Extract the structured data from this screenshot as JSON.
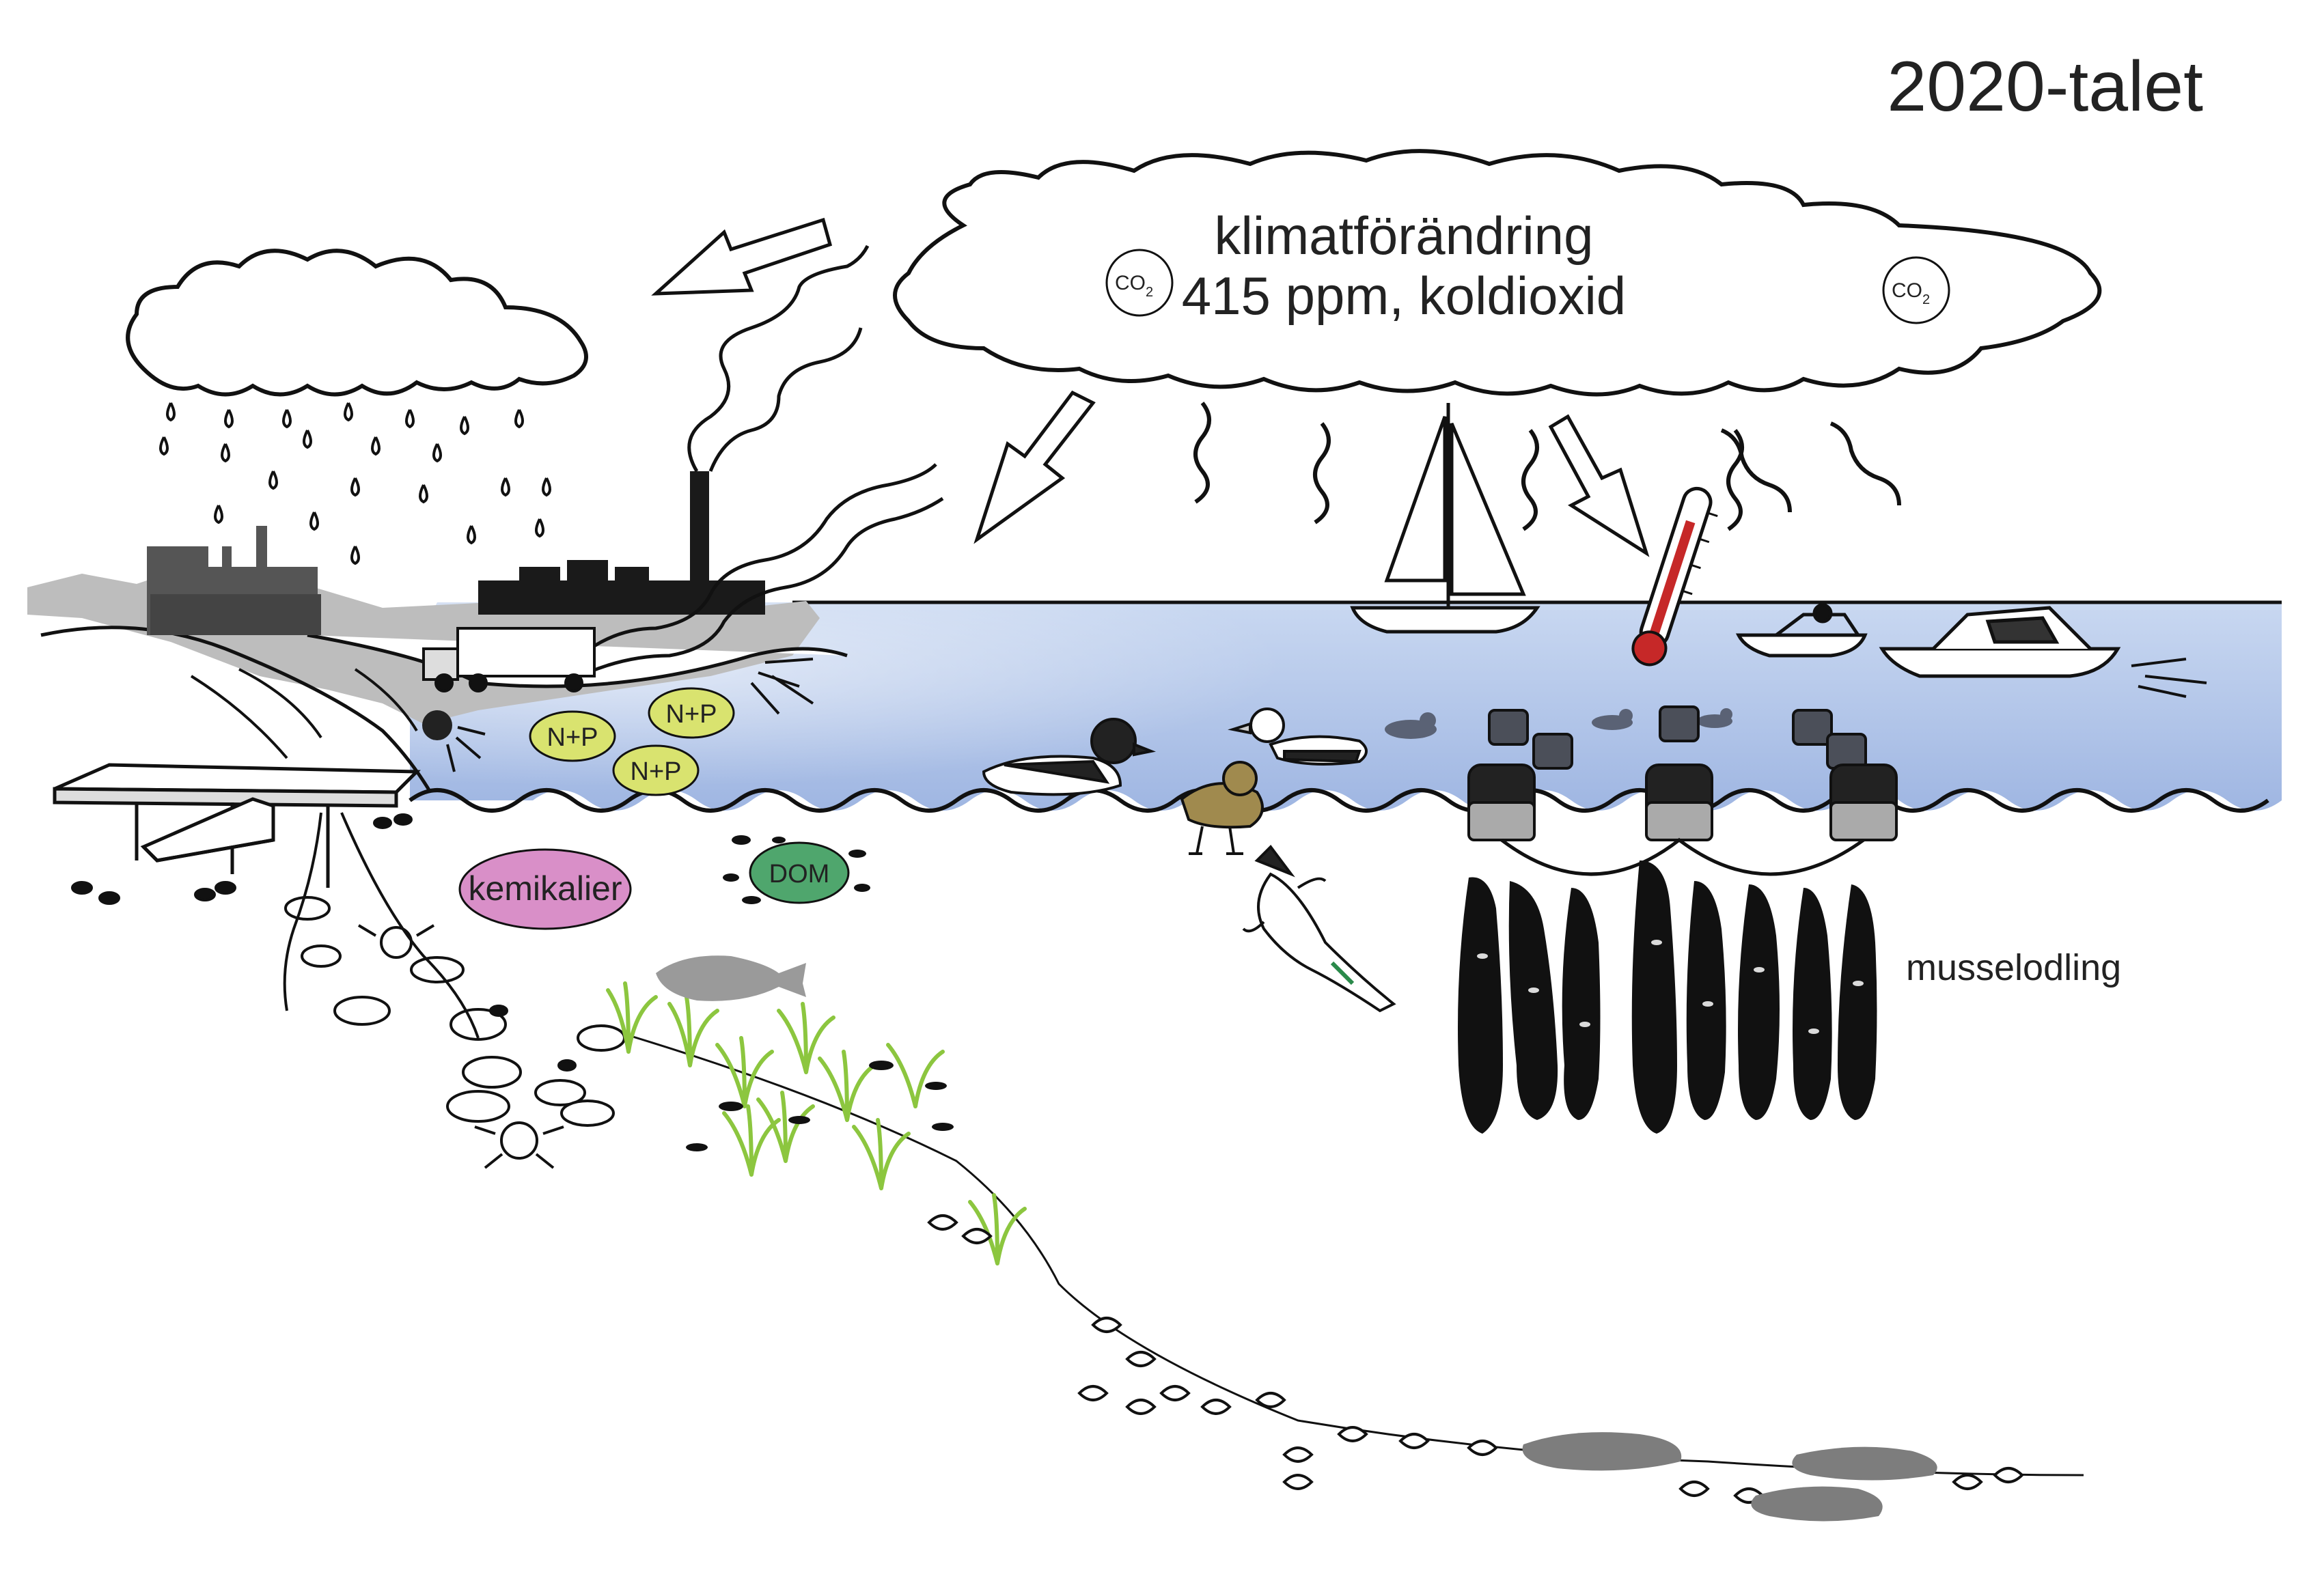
{
  "title": "2020-talet",
  "cloud": {
    "line1": "klimatförändring",
    "line2": "415 ppm, koldioxid",
    "co2_left": "CO",
    "co2_left_sub": "2",
    "co2_right": "CO",
    "co2_right_sub": "2"
  },
  "nutrients": [
    "N+P",
    "N+P",
    "N+P"
  ],
  "labels": {
    "chemicals": "kemikalier",
    "dom": "DOM",
    "mussel_farm": "musselodling"
  },
  "colors": {
    "sea": "#a9bfe6",
    "nutrient_bubble": "#d9e36f",
    "chemicals_bubble": "#d98fc8",
    "dom_bubble": "#4fa66d",
    "seagrass": "#8cc63f",
    "industry": "#222222"
  }
}
